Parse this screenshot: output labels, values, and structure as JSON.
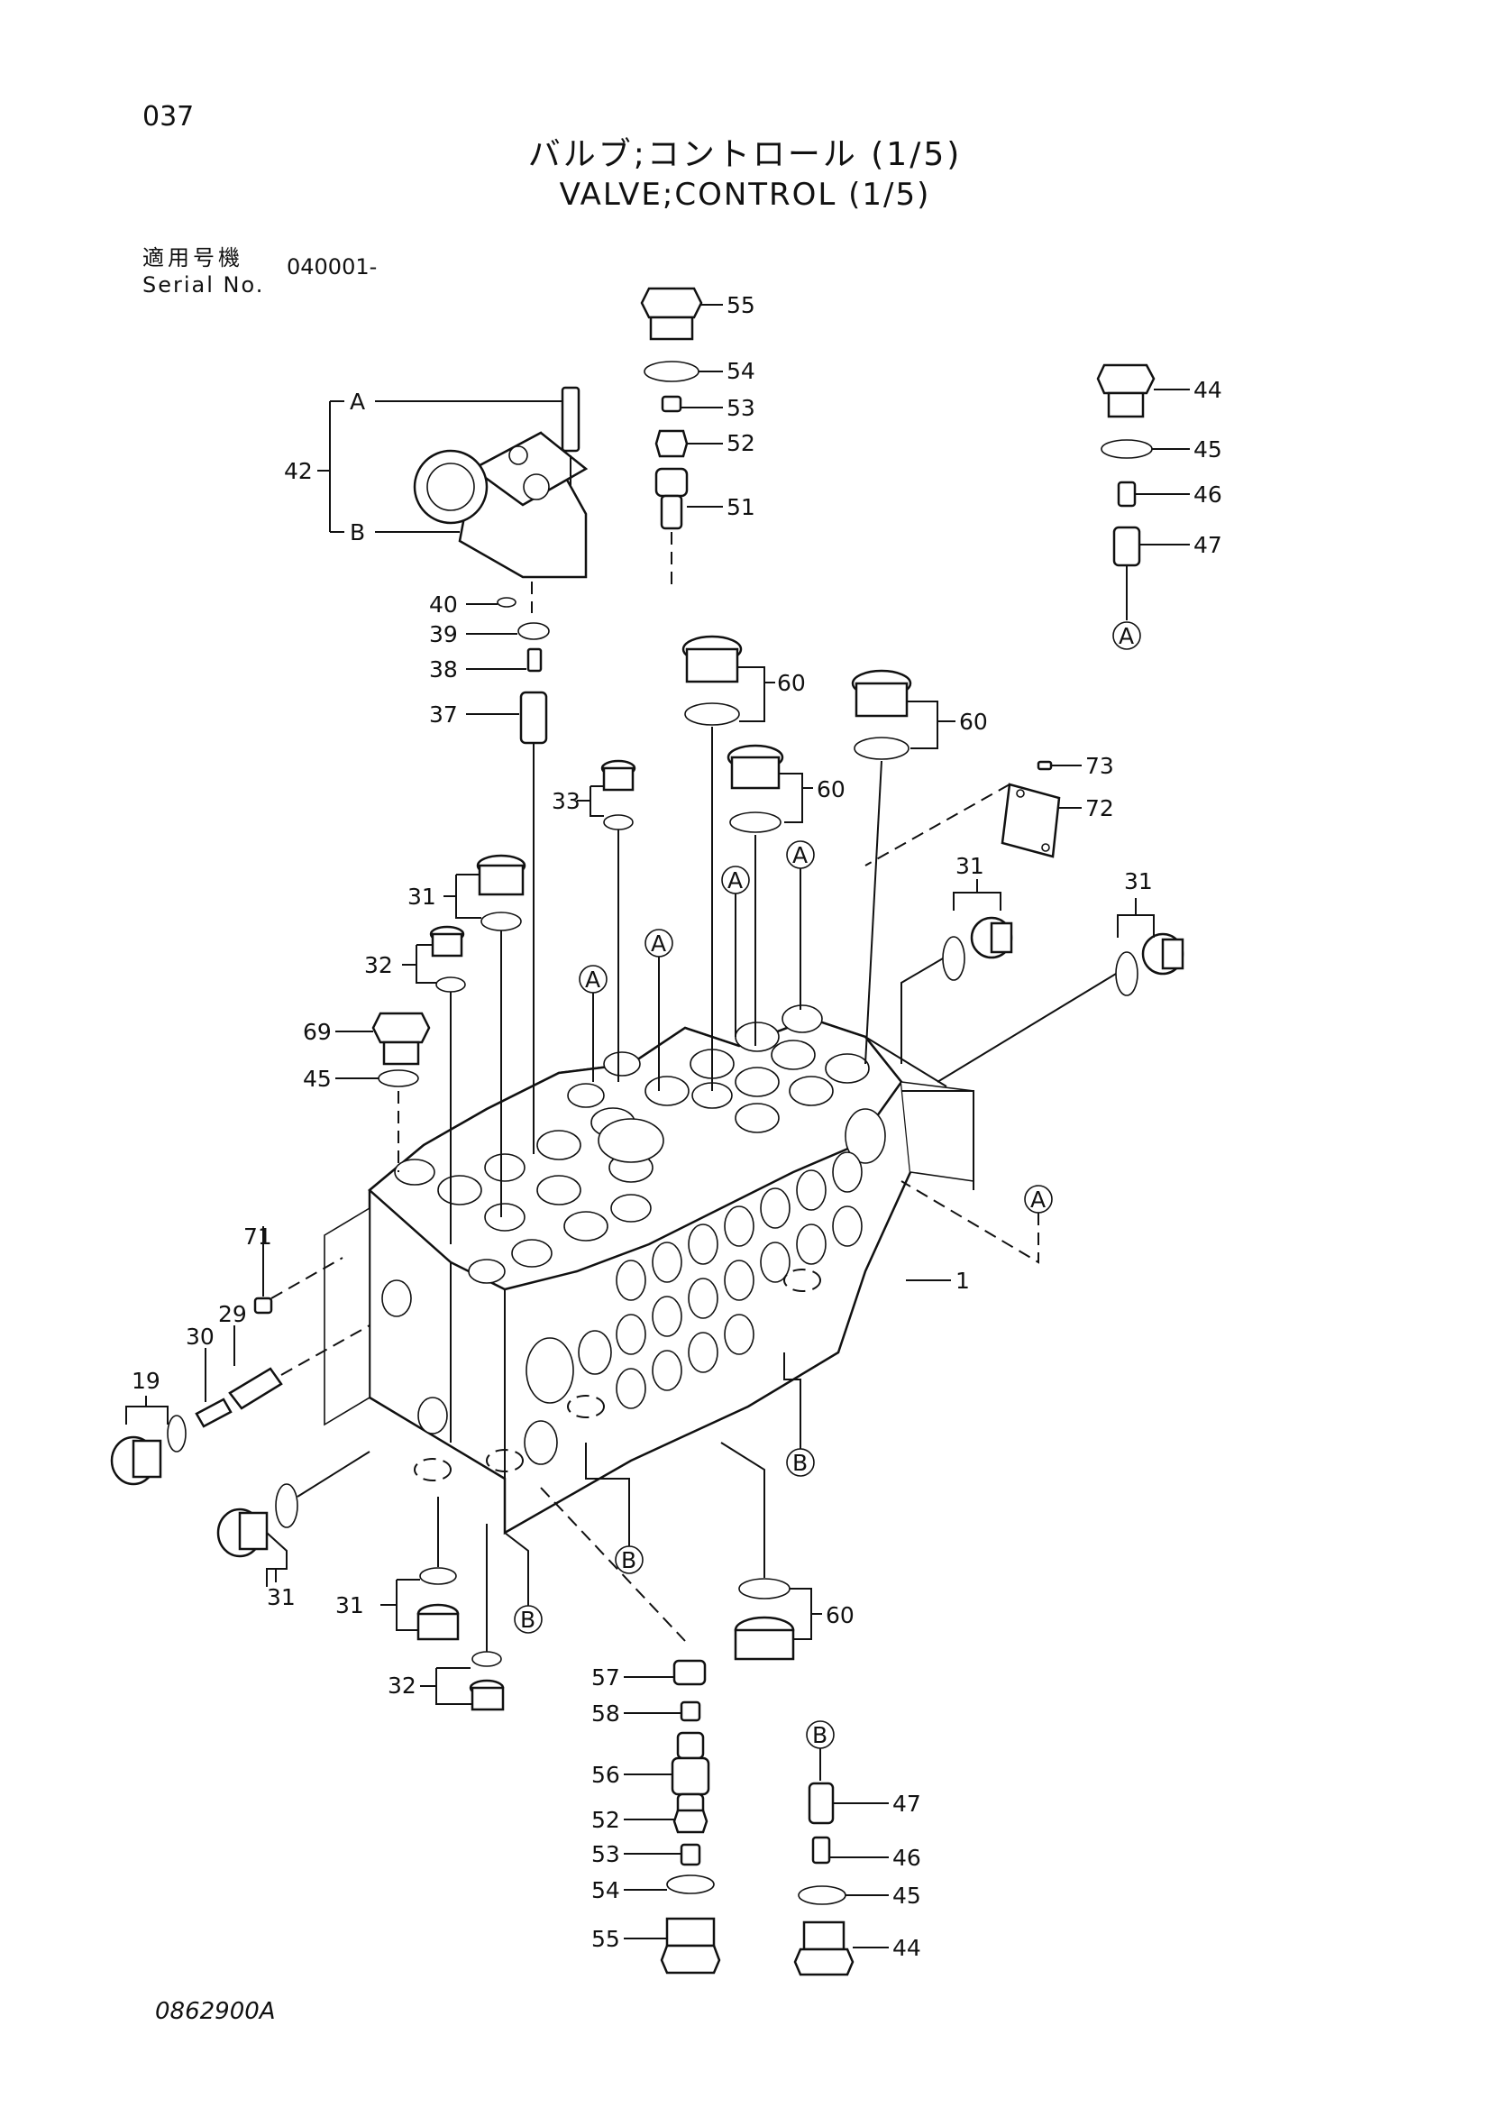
{
  "header": {
    "page_number": "037",
    "title_jp": "バルブ;コントロール (1/5)",
    "title_en": "VALVE;CONTROL (1/5)",
    "serial_label_jp": "適用号機",
    "serial_label_en": "Serial No.",
    "serial_value": "040001-"
  },
  "footer": {
    "drawing_number": "0862900A"
  },
  "callouts": {
    "c55": "55",
    "c54": "54",
    "c53": "53",
    "c52": "52",
    "c51": "51",
    "c44": "44",
    "c45": "45",
    "c46": "46",
    "c47": "47",
    "c42": "42",
    "cA": "A",
    "cB": "B",
    "c40": "40",
    "c39": "39",
    "c38": "38",
    "c37": "37",
    "c60": "60",
    "c73": "73",
    "c72": "72",
    "c33": "33",
    "c31": "31",
    "c32": "32",
    "c69": "69",
    "c71": "71",
    "c1": "1",
    "c30": "30",
    "c29": "29",
    "c19": "19",
    "c57": "57",
    "c58": "58",
    "c56": "56"
  },
  "ref_markers": {
    "A": "A",
    "B": "B"
  }
}
